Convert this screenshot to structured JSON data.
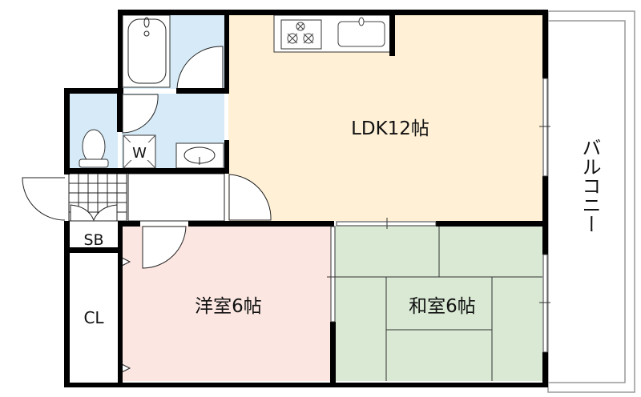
{
  "rooms": {
    "ldk": "LDK12帖",
    "western": "洋室6帖",
    "japanese": "和室6帖",
    "closet": "CL",
    "shoe_box": "SB",
    "washer": "W",
    "balcony": "バルコニー"
  },
  "colors": {
    "wet_area": "#d6ebf7",
    "ldk": "#fff0d6",
    "western": "#fbe6e1",
    "japanese": "#d9e9d4",
    "wall": "#000000"
  }
}
